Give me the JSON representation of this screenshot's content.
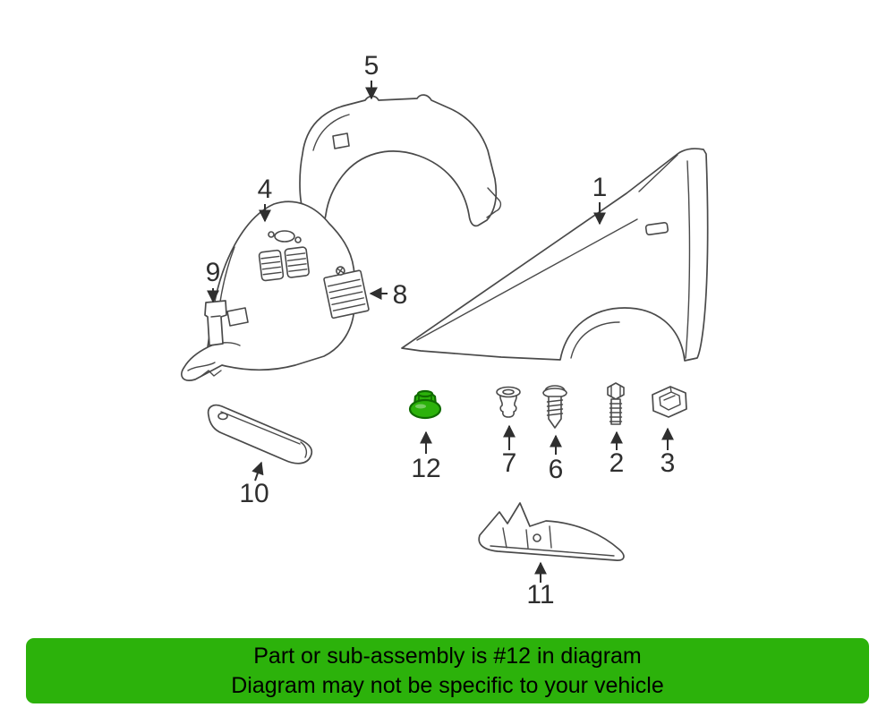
{
  "diagram": {
    "callouts": [
      {
        "label": "1"
      },
      {
        "label": "2"
      },
      {
        "label": "3"
      },
      {
        "label": "4"
      },
      {
        "label": "5"
      },
      {
        "label": "6"
      },
      {
        "label": "7"
      },
      {
        "label": "8"
      },
      {
        "label": "9"
      },
      {
        "label": "10"
      },
      {
        "label": "11"
      },
      {
        "label": "12"
      }
    ],
    "highlighted_callout": "12"
  },
  "banner": {
    "line1": "Part or sub-assembly is #12 in diagram",
    "line2": "Diagram may not be specific to your vehicle"
  },
  "colors": {
    "highlight_green": "#2cb20b",
    "highlight_green_dark": "#0f6b00",
    "line_color": "#4a4a4a",
    "label_color": "#2f2f2f",
    "banner_text": "#000000"
  }
}
